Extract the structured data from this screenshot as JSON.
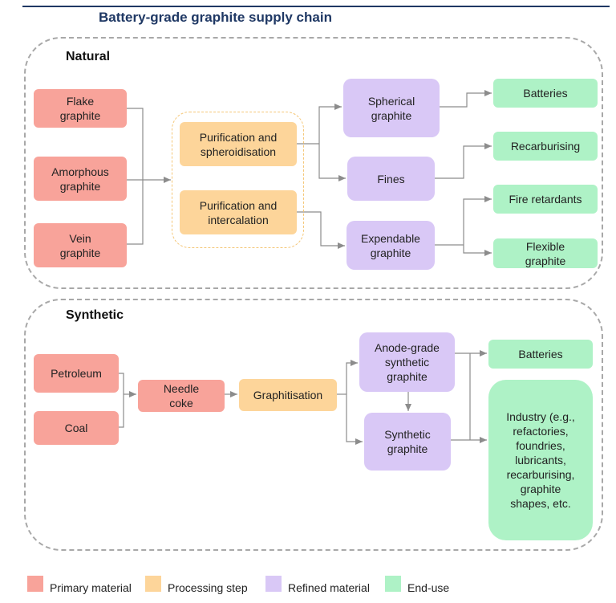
{
  "title": "Battery-grade graphite supply chain",
  "colors": {
    "primary": "#f8a39a",
    "process": "#fdd59a",
    "refined": "#d9c8f6",
    "enduse": "#aef2c6",
    "connector": "#8c8c8c"
  },
  "natural": {
    "label": "Natural",
    "primary": {
      "flake": "Flake\ngraphite",
      "amorphous": "Amorphous\ngraphite",
      "vein": "Vein\ngraphite"
    },
    "process": {
      "spheroidisation": "Purification and\nspheroidisation",
      "intercalation": "Purification and\nintercalation"
    },
    "refined": {
      "spherical": "Spherical\ngraphite",
      "fines": "Fines",
      "expendable": "Expendable\ngraphite"
    },
    "enduse": {
      "batteries": "Batteries",
      "recarburising": "Recarburising",
      "fire_retardants": "Fire retardants",
      "flexible": "Flexible\ngraphite"
    }
  },
  "synthetic": {
    "label": "Synthetic",
    "primary": {
      "petroleum": "Petroleum",
      "coal": "Coal"
    },
    "process": {
      "needle_coke": "Needle\ncoke",
      "graphitisation": "Graphitisation"
    },
    "refined": {
      "anode": "Anode-grade\nsynthetic\ngraphite",
      "synthetic": "Synthetic\ngraphite"
    },
    "enduse": {
      "batteries": "Batteries",
      "industry": "Industry (e.g.,\nrefactories,\nfoundries,\nlubricants,\nrecarburising,\ngraphite\nshapes, etc."
    }
  },
  "legend": [
    {
      "label": "Primary material",
      "color": "#f8a39a"
    },
    {
      "label": "Processing step",
      "color": "#fdd59a"
    },
    {
      "label": "Refined material",
      "color": "#d9c8f6"
    },
    {
      "label": "End-use",
      "color": "#aef2c6"
    }
  ]
}
